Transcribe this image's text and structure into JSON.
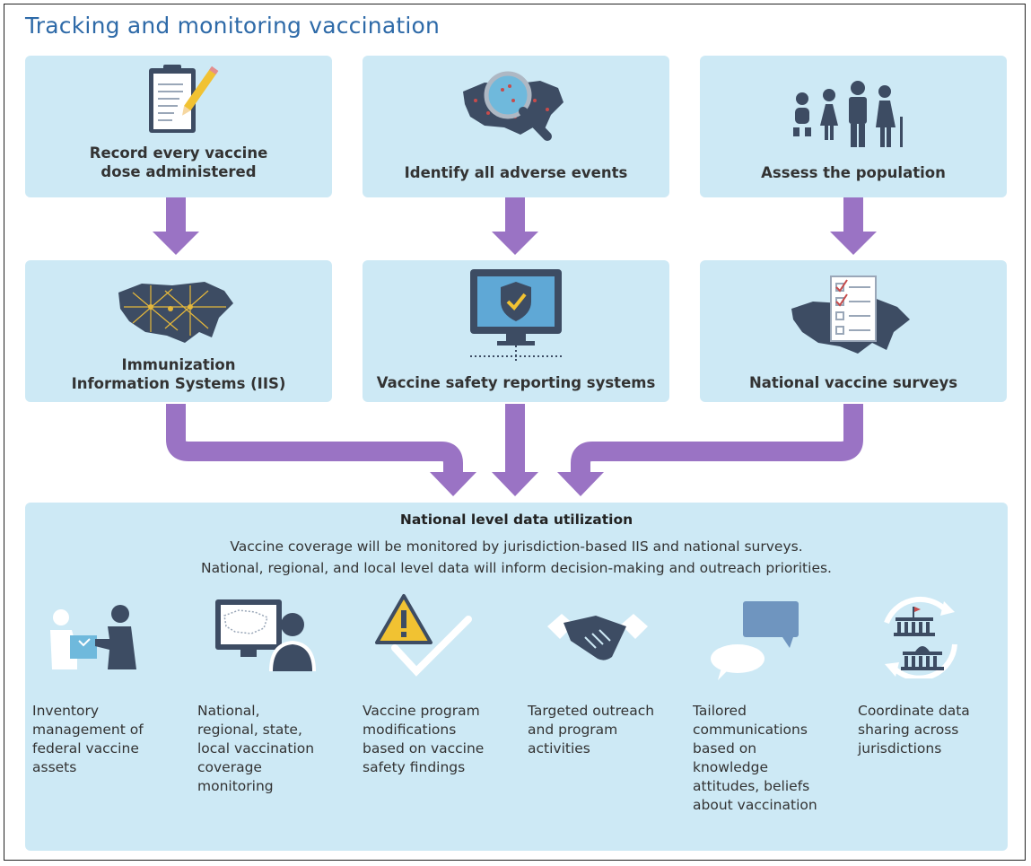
{
  "title": "Tracking and monitoring vaccination",
  "top_boxes": [
    {
      "label": "Record every vaccine dose administered",
      "icon": "clipboard-pencil-icon"
    },
    {
      "label": "Identify all adverse events",
      "icon": "map-magnifier-icon"
    },
    {
      "label": "Assess the population",
      "icon": "family-icon"
    }
  ],
  "middle_boxes": [
    {
      "label_line1": "Immunization",
      "label_line2": "Information Systems (IIS)",
      "icon": "network-map-icon"
    },
    {
      "label": "Vaccine safety reporting systems",
      "icon": "monitor-shield-icon"
    },
    {
      "label": "National vaccine surveys",
      "icon": "map-checklist-icon"
    }
  ],
  "bottom": {
    "title": "National level data utilization",
    "desc_line1": "Vaccine coverage will be monitored by jurisdiction-based IIS and national surveys.",
    "desc_line2": "National, regional, and local level data will inform decision-making and outreach priorities.",
    "items": [
      {
        "label": "Inventory\nmanagement of\nfederal vaccine\nassets",
        "icon": "package-handoff-icon"
      },
      {
        "label": "National,\nregional, state,\nlocal vaccination\ncoverage\nmonitoring",
        "icon": "computer-user-icon"
      },
      {
        "label": "Vaccine program\nmodifications\nbased on vaccine\nsafety findings",
        "icon": "warning-check-icon"
      },
      {
        "label": "Targeted outreach\nand program\nactivities",
        "icon": "handshake-icon"
      },
      {
        "label": "Tailored\ncommunications\nbased on\nknowledge\nattitudes, beliefs\nabout vaccination",
        "icon": "speech-bubbles-icon"
      },
      {
        "label": "Coordinate data\nsharing across\njurisdictions",
        "icon": "buildings-cycle-icon"
      }
    ]
  },
  "colors": {
    "box": "#cde9f5",
    "arrow": "#9a73c4",
    "title": "#2e6aa8",
    "icon": "#3d4c63"
  }
}
